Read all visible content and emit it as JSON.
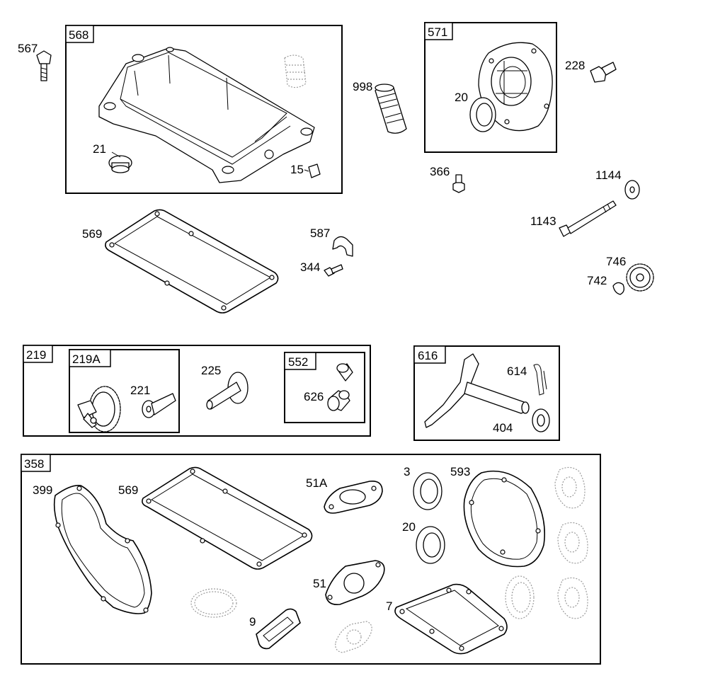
{
  "groups": {
    "g568": "568",
    "g571": "571",
    "g219": "219",
    "g219A": "219A",
    "g552": "552",
    "g616": "616",
    "g358": "358"
  },
  "callouts": {
    "c567": "567",
    "c21": "21",
    "c15": "15",
    "c998": "998",
    "c20a": "20",
    "c228": "228",
    "c366": "366",
    "c1144": "1144",
    "c1143": "1143",
    "c746": "746",
    "c742": "742",
    "c569a": "569",
    "c587": "587",
    "c344": "344",
    "c221": "221",
    "c225": "225",
    "c626": "626",
    "c614": "614",
    "c404": "404",
    "c399": "399",
    "c569b": "569",
    "c51A": "51A",
    "c3": "3",
    "c593": "593",
    "c20b": "20",
    "c51": "51",
    "c7": "7",
    "c9": "9"
  }
}
